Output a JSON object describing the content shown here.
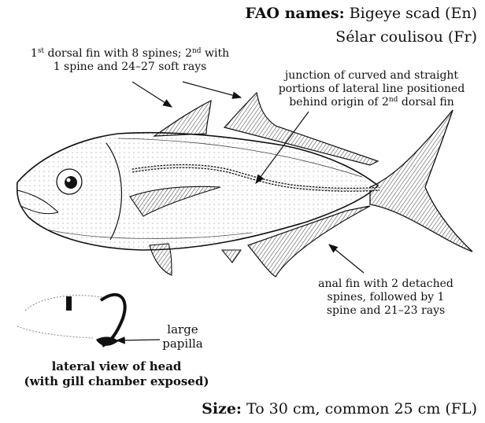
{
  "header": {
    "fao_label": "FAO names:",
    "name_en": "Bigeye scad (En)",
    "name_fr": "Sélar coulisou (Fr)"
  },
  "annotations": {
    "dorsal_a_pre": "1",
    "dorsal_a_sup1": "st",
    "dorsal_a_mid": " dorsal fin with 8 spines; 2",
    "dorsal_a_sup2": "nd",
    "dorsal_a_post": " with",
    "dorsal_b": "1 spine and 24–27 soft rays",
    "junction_1": "junction of curved and straight",
    "junction_2": "portions of lateral line positioned",
    "junction_3_pre": "behind origin of 2",
    "junction_3_sup": "nd",
    "junction_3_post": " dorsal fin",
    "anal_1": "anal fin with 2 detached",
    "anal_2": "spines, followed by 1",
    "anal_3": "spine and 21–23 rays",
    "papilla_1": "large",
    "papilla_2": "papilla"
  },
  "inset_caption": {
    "line1": "lateral view of head",
    "line2": "(with gill chamber exposed)"
  },
  "footer": {
    "size_label": "Size:",
    "size_text": "To 30 cm, common 25 cm (FL)"
  }
}
